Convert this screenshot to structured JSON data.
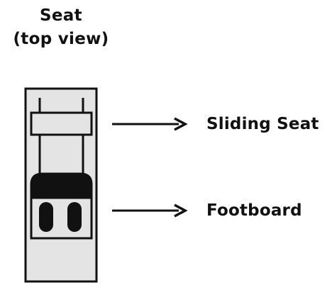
{
  "title": {
    "line1": "Seat",
    "line2": "(top view)"
  },
  "labels": {
    "sliding_seat": "Sliding Seat",
    "footboard": "Footboard"
  },
  "colors": {
    "frame_fill": "#e4e4e4",
    "stroke": "#111111",
    "footboard_top": "#111111",
    "background": "#ffffff"
  },
  "icons": {
    "arrow": "right-arrow-icon"
  }
}
